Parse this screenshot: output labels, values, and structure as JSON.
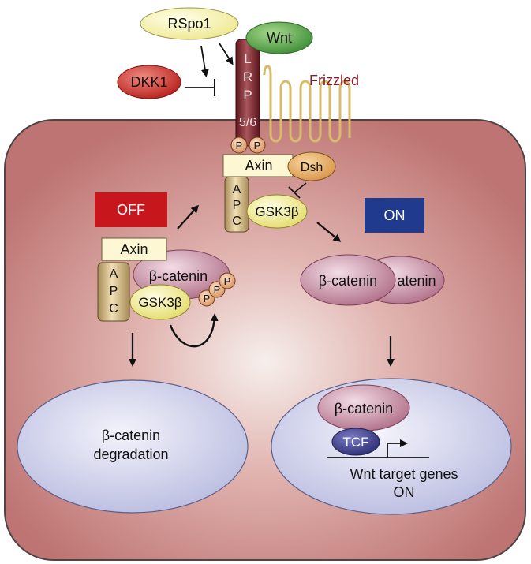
{
  "labels": {
    "rspo1": "RSpo1",
    "wnt": "Wnt",
    "dkk1": "DKK1",
    "frizzled": "Frizzled",
    "lrp_letters": [
      "L",
      "R",
      "P",
      "5/6"
    ],
    "phospho": "P",
    "axin_receptor": "Axin",
    "dsh": "Dsh",
    "apc_letters": [
      "A",
      "P",
      "C"
    ],
    "gsk3b": "GSK3β",
    "off": "OFF",
    "on": "ON",
    "axin_off": "Axin",
    "beta_catenin": "β-catenin",
    "beta_catenin_partial": "atenin",
    "degradation_line1": "β-catenin",
    "degradation_line2": "degradation",
    "tcf": "TCF",
    "target_line1": "Wnt target genes",
    "target_line2": "ON"
  },
  "colors": {
    "cell_fill": "#c47d7e",
    "cell_center": "#f4ece9",
    "cell_stroke": "#4d4444",
    "lrp_dark": "#6e1f26",
    "frizzled": "#d9bb6a",
    "off_box": "#c8161d",
    "on_box": "#203a8d",
    "beta_catenin": "#cd8ea3",
    "gsk3b": "#f3ef95",
    "apc": "#c6a774",
    "axin": "#fdf7d3",
    "dsh": "#e2a763",
    "dkk1": "#d63a33",
    "wnt": "#52a447",
    "rspo1": "#f9f6b0",
    "nucleus": "#cdd0ec",
    "tcf": "#3a3c86",
    "phospho": "#e8a070"
  }
}
